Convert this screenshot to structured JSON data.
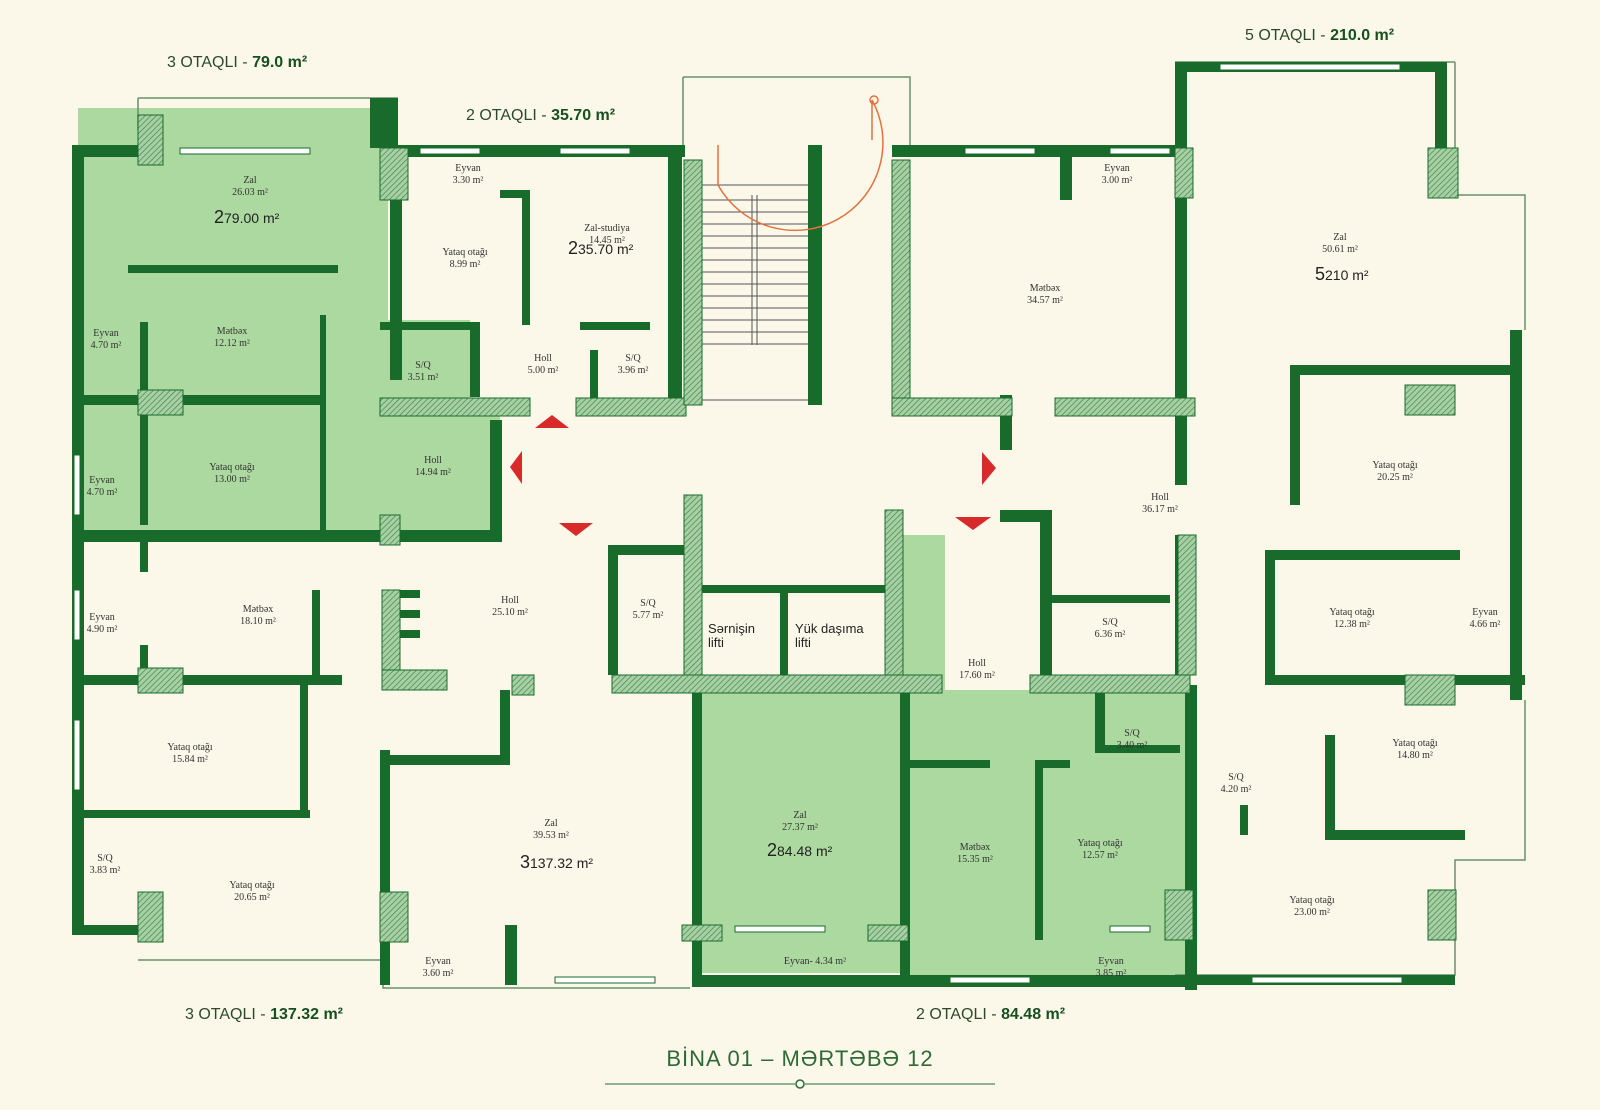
{
  "headers": {
    "h1": {
      "label": "3 OTAQLI - ",
      "area": "79.0 m²"
    },
    "h2": {
      "label": "2 OTAQLI - ",
      "area": "35.70 m²"
    },
    "h3": {
      "label": "5 OTAQLI - ",
      "area": "210.0 m²"
    },
    "h4": {
      "label": "3 OTAQLI - ",
      "area": "137.32 m²"
    },
    "h5": {
      "label": "2 OTAQLI - ",
      "area": "84.48 m²"
    }
  },
  "units": {
    "u1": {
      "num": "2",
      "area": "79.00 m²"
    },
    "u2": {
      "num": "2",
      "area": "35.70 m²"
    },
    "u3": {
      "num": "5",
      "area": "210 m²"
    },
    "u4": {
      "num": "3",
      "area": "137.32 m²"
    },
    "u5": {
      "num": "2",
      "area": "84.48 m²"
    }
  },
  "rooms": {
    "r1": {
      "name": "Zal",
      "area": "26.03 m²"
    },
    "r2": {
      "name": "Eyvan",
      "area": "4.70 m²"
    },
    "r3": {
      "name": "Mətbəx",
      "area": "12.12 m²"
    },
    "r4": {
      "name": "Eyvan",
      "area": "4.70 m²"
    },
    "r5": {
      "name": "Yataq otağı",
      "area": "13.00 m²"
    },
    "r6": {
      "name": "Holl",
      "area": "14.94 m²"
    },
    "r7": {
      "name": "S/Q",
      "area": "3.51 m²"
    },
    "r8": {
      "name": "Eyvan",
      "area": "3.30 m²"
    },
    "r9": {
      "name": "Yataq otağı",
      "area": "8.99 m²"
    },
    "r10": {
      "name": "Zal-studiya",
      "area": "14.45 m²"
    },
    "r11": {
      "name": "Holl",
      "area": "5.00 m²"
    },
    "r12": {
      "name": "S/Q",
      "area": "3.96 m²"
    },
    "r13": {
      "name": "Eyvan",
      "area": "3.00 m²"
    },
    "r14": {
      "name": "Mətbəx",
      "area": "34.57 m²"
    },
    "r15": {
      "name": "Zal",
      "area": "50.61 m²"
    },
    "r16": {
      "name": "Yataq otağı",
      "area": "20.25 m²"
    },
    "r17": {
      "name": "Holl",
      "area": "36.17 m²"
    },
    "r18": {
      "name": "Yataq otağı",
      "area": "12.38 m²"
    },
    "r19": {
      "name": "Eyvan",
      "area": "4.66 m²"
    },
    "r20": {
      "name": "S/Q",
      "area": "6.36 m²"
    },
    "r21": {
      "name": "Holl",
      "area": "17.60 m²"
    },
    "r22": {
      "name": "S/Q",
      "area": "3.40 m²"
    },
    "r23": {
      "name": "Yataq otağı",
      "area": "14.80 m²"
    },
    "r24": {
      "name": "S/Q",
      "area": "4.20 m²"
    },
    "r25": {
      "name": "Yataq otağı",
      "area": "23.00 m²"
    },
    "r26": {
      "name": "Eyvan",
      "area": "4.90 m²"
    },
    "r27": {
      "name": "Mətbəx",
      "area": "18.10 m²"
    },
    "r28": {
      "name": "Holl",
      "area": "25.10 m²"
    },
    "r29": {
      "name": "S/Q",
      "area": "5.77 m²"
    },
    "r30": {
      "name": "Yataq otağı",
      "area": "15.84 m²"
    },
    "r31": {
      "name": "S/Q",
      "area": "3.83 m²"
    },
    "r32": {
      "name": "Yataq otağı",
      "area": "20.65 m²"
    },
    "r33": {
      "name": "Zal",
      "area": "39.53 m²"
    },
    "r34": {
      "name": "Eyvan",
      "area": "3.60 m²"
    },
    "r35": {
      "name": "Zal",
      "area": "27.37 m²"
    },
    "r36": {
      "name": "Mətbəx",
      "area": "15.35 m²"
    },
    "r37": {
      "name": "Yataq otağı",
      "area": "12.57 m²"
    },
    "r38": {
      "name": "Eyvan- 4.34 m²",
      "area": ""
    },
    "r39": {
      "name": "Eyvan",
      "area": "3.85 m²"
    }
  },
  "lifts": {
    "passenger": "Sərnişin lifti",
    "freight": "Yük daşıma lifti"
  },
  "footer": "BİNA 01 – MƏRTƏBƏ 12",
  "colors": {
    "wall": "#186b2a",
    "highlight": "#acd9a0",
    "background": "#fbf8ea",
    "arrow": "#d82a2a"
  }
}
